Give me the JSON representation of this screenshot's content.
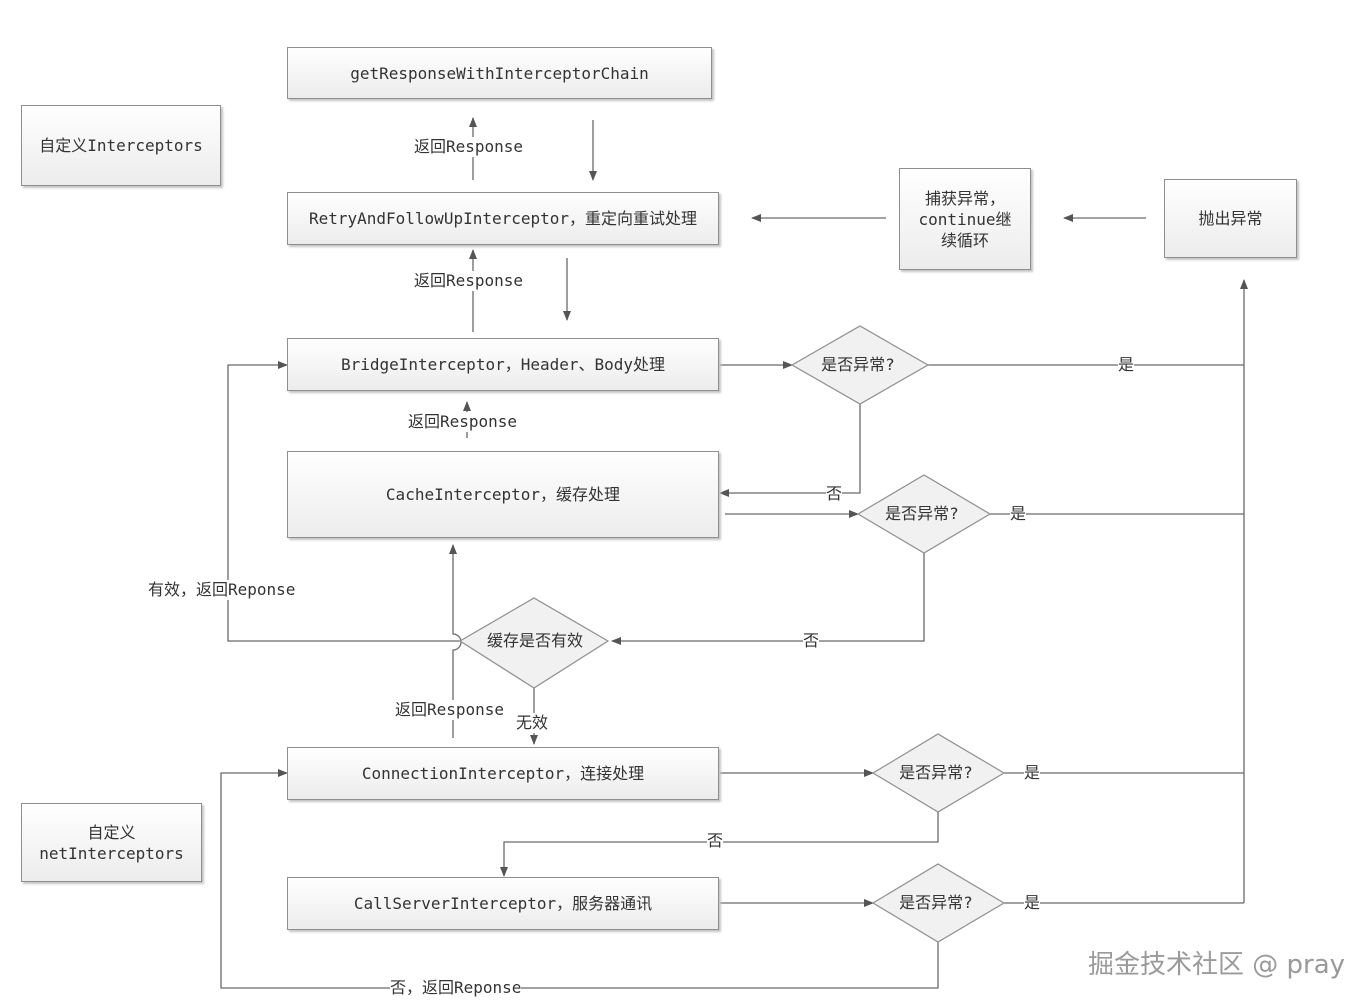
{
  "nodes": {
    "get_chain": "getResponseWithInterceptorChain",
    "custom_interceptors": "自定义Interceptors",
    "retry": "RetryAndFollowUpInterceptor，重定向重试处理",
    "catch_continue": "捕获异常，\ncontinue继\n续循环",
    "throw": "抛出异常",
    "bridge": "BridgeInterceptor，Header、Body处理",
    "cache": "CacheInterceptor，缓存处理",
    "connection": "ConnectionInterceptor，连接处理",
    "custom_net": "自定义\nnetInterceptors",
    "call_server": "CallServerInterceptor，服务器通讯"
  },
  "decisions": {
    "d1": "是否异常?",
    "d2": "是否异常?",
    "cache_valid": "缓存是否有效",
    "d3": "是否异常?",
    "d4": "是否异常?"
  },
  "labels": {
    "return_response": "返回Response",
    "yes": "是",
    "no": "否",
    "valid_return": "有效，返回Reponse",
    "invalid": "无效",
    "no_return": "否，返回Reponse"
  },
  "watermark": "掘金技术社区 @ pray"
}
